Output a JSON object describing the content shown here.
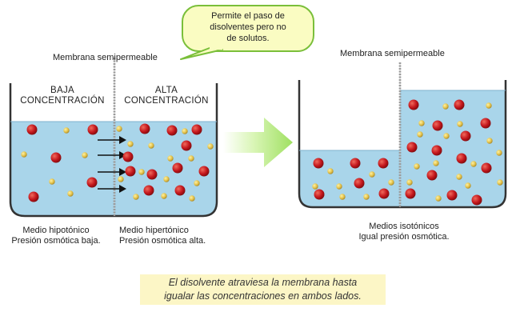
{
  "bubble": {
    "line1": "Permite el paso de",
    "line2": "disolventes pero no",
    "line3": "de solutos."
  },
  "left_beaker": {
    "membrane_label": "Membrana semipermeable",
    "left_header": [
      "BAJA",
      "CONCENTRACIÓN"
    ],
    "right_header": [
      "ALTA",
      "CONCENTRACIÓN"
    ],
    "left_caption": [
      "Medio hipotónico",
      "Presión osmótica baja."
    ],
    "right_caption": [
      "Medio hipertónico",
      "Presión osmótica alta."
    ]
  },
  "right_beaker": {
    "membrane_label": "Membrana semipermeable",
    "caption": [
      "Medios isotónicos",
      "Igual presión osmótica."
    ]
  },
  "footer": {
    "line1": "El disolvente atraviesa la membrana hasta",
    "line2": "igualar las concentraciones en ambos lados."
  },
  "colors": {
    "water": "#a9d5ea",
    "solute": "#c3161c",
    "solvent": "#e3c24a",
    "bubble_fill": "#fafcc2",
    "bubble_border": "#7abf3a",
    "arrow": "#b7ea7c",
    "footer_bg": "#fcf6c6"
  }
}
